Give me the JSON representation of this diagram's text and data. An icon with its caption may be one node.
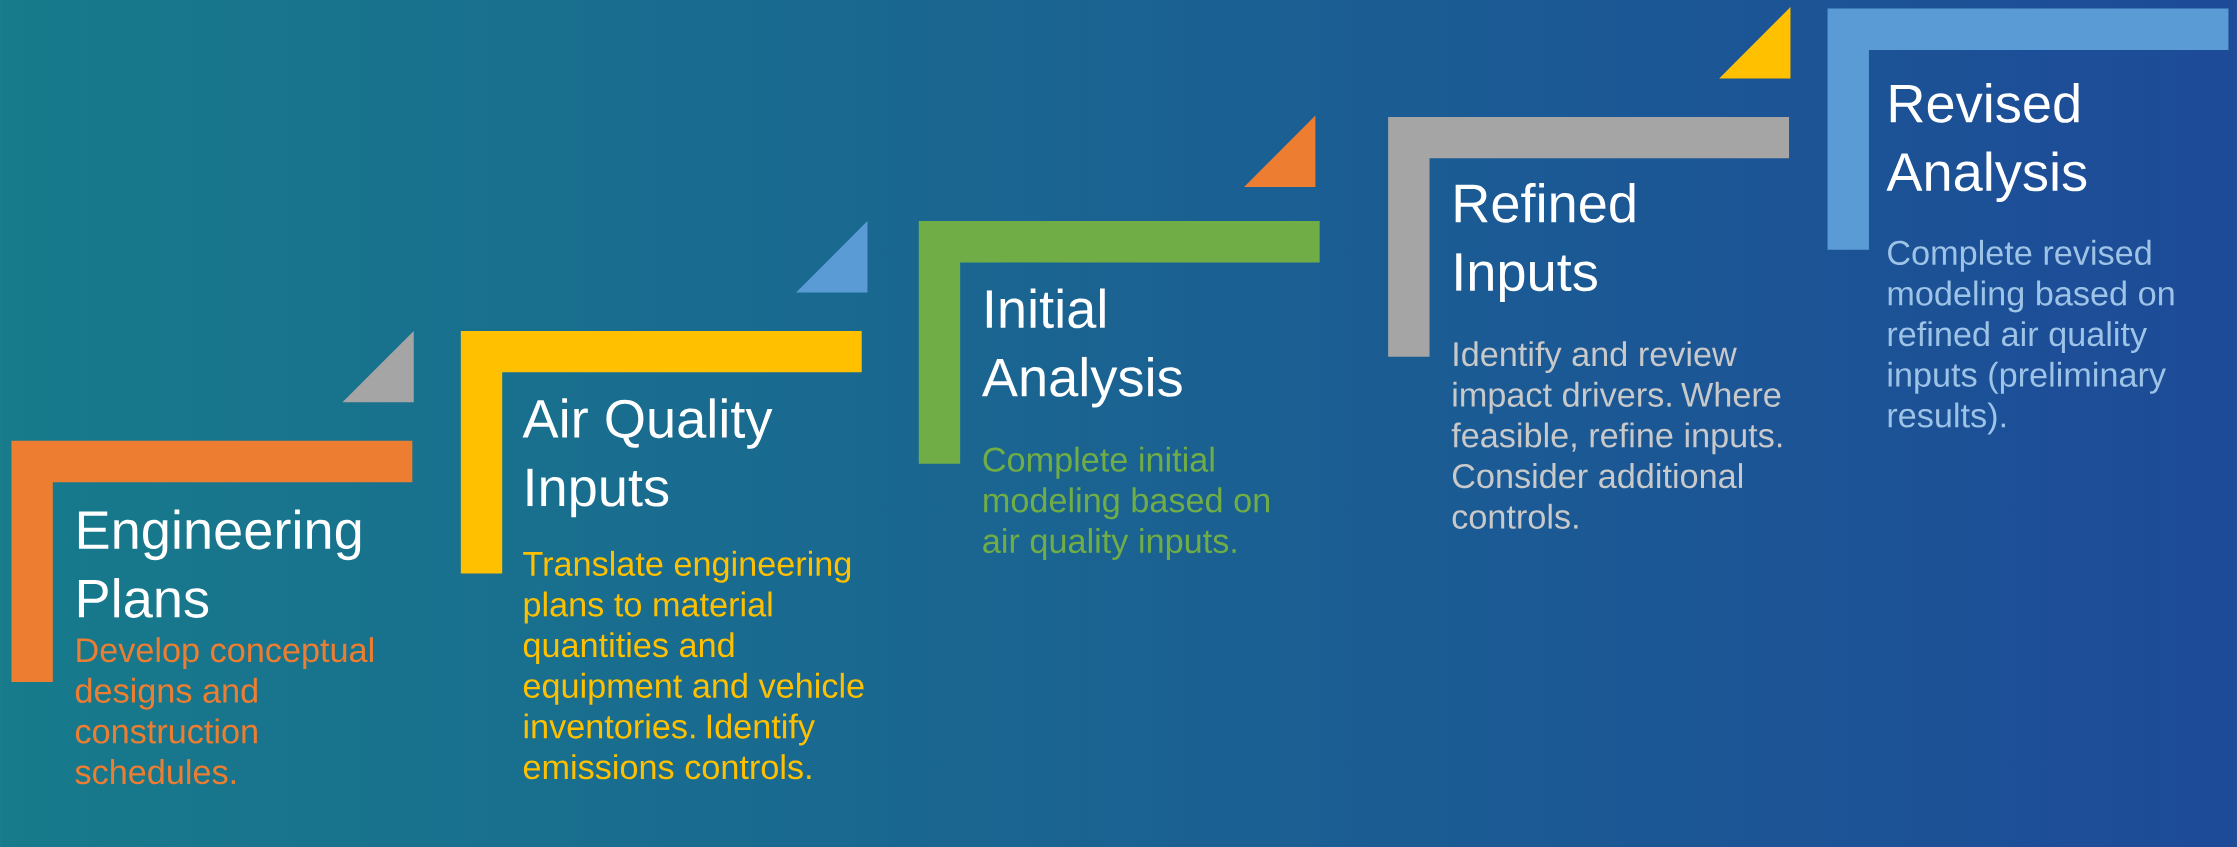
{
  "diagram": {
    "nodes": [
      {
        "text": [
          "Engineering Plans",
          "Develop conceptual designs and construction schedules."
        ]
      },
      {
        "text": [
          "Air Quality Inputs",
          "Translate engineering plans to material quantities and equipment and vehicle inventories. Identify emissions controls."
        ]
      },
      {
        "text": [
          "Initial Analysis",
          "Complete initial modeling based on air quality inputs."
        ]
      },
      {
        "text": [
          "Refined Inputs",
          "Identify and review impact drivers. Where feasible, refine inputs. Consider additional controls."
        ]
      },
      {
        "text": [
          "Revised Analysis",
          "Complete revised modeling based on refined air quality inputs (preliminary results)."
        ]
      }
    ]
  }
}
